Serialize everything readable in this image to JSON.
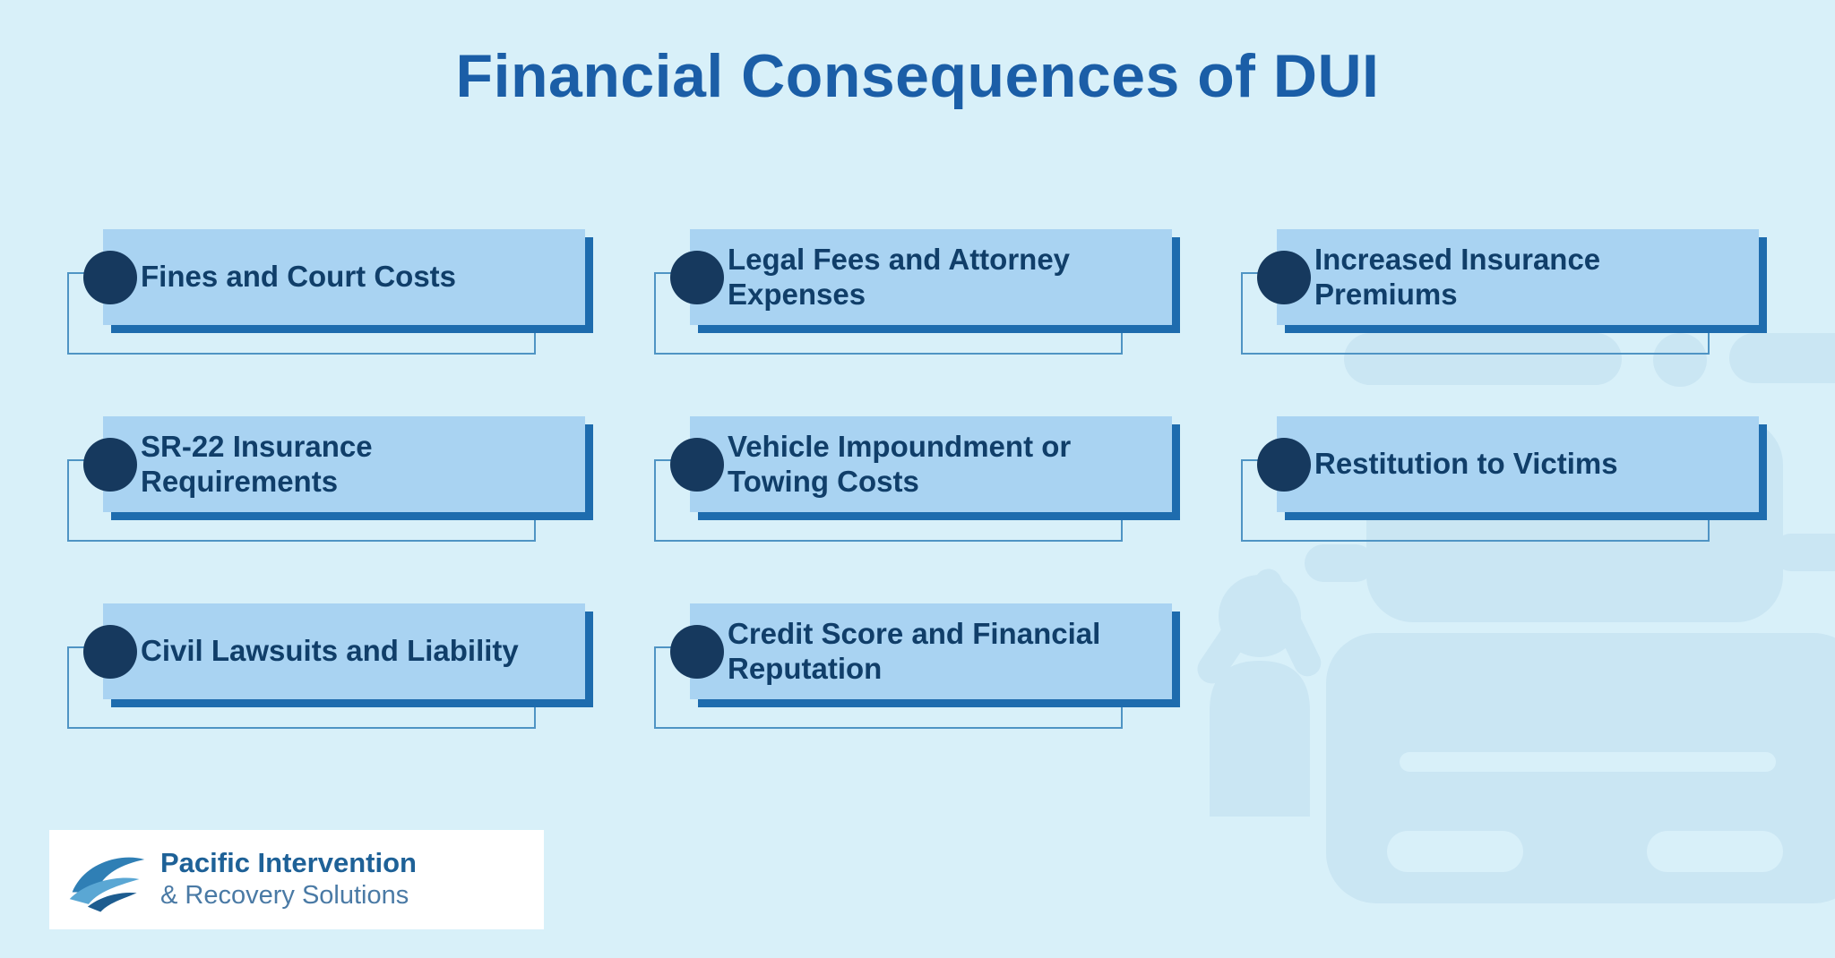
{
  "title": "Financial Consequences of DUI",
  "cards": [
    {
      "label": "Fines and Court Costs"
    },
    {
      "label": "Legal Fees and Attorney\nExpenses"
    },
    {
      "label": "Increased Insurance\nPremiums"
    },
    {
      "label": "SR-22 Insurance\nRequirements"
    },
    {
      "label": "Vehicle Impoundment or\nTowing Costs"
    },
    {
      "label": "Restitution to Victims"
    },
    {
      "label": "Civil Lawsuits and Liability"
    },
    {
      "label": "Credit Score and Financial\nReputation"
    }
  ],
  "logo": {
    "line1": "Pacific Intervention",
    "line2": "& Recovery Solutions"
  },
  "icons": {
    "bullet": "filled-circle-bullet",
    "logo": "wave-swoosh-logo-icon",
    "watermark": "car-and-person-silhouette"
  },
  "colors": {
    "background": "#d8f0f9",
    "title": "#1b5ea7",
    "card_fill": "#a9d3f2",
    "card_shadow": "#1e6cae",
    "card_outline": "#4f94c4",
    "bullet": "#16395e",
    "card_text": "#103e69",
    "logo_name": "#1e6197",
    "logo_tagline": "#4a7aa5",
    "watermark": "#c9e5f3"
  }
}
